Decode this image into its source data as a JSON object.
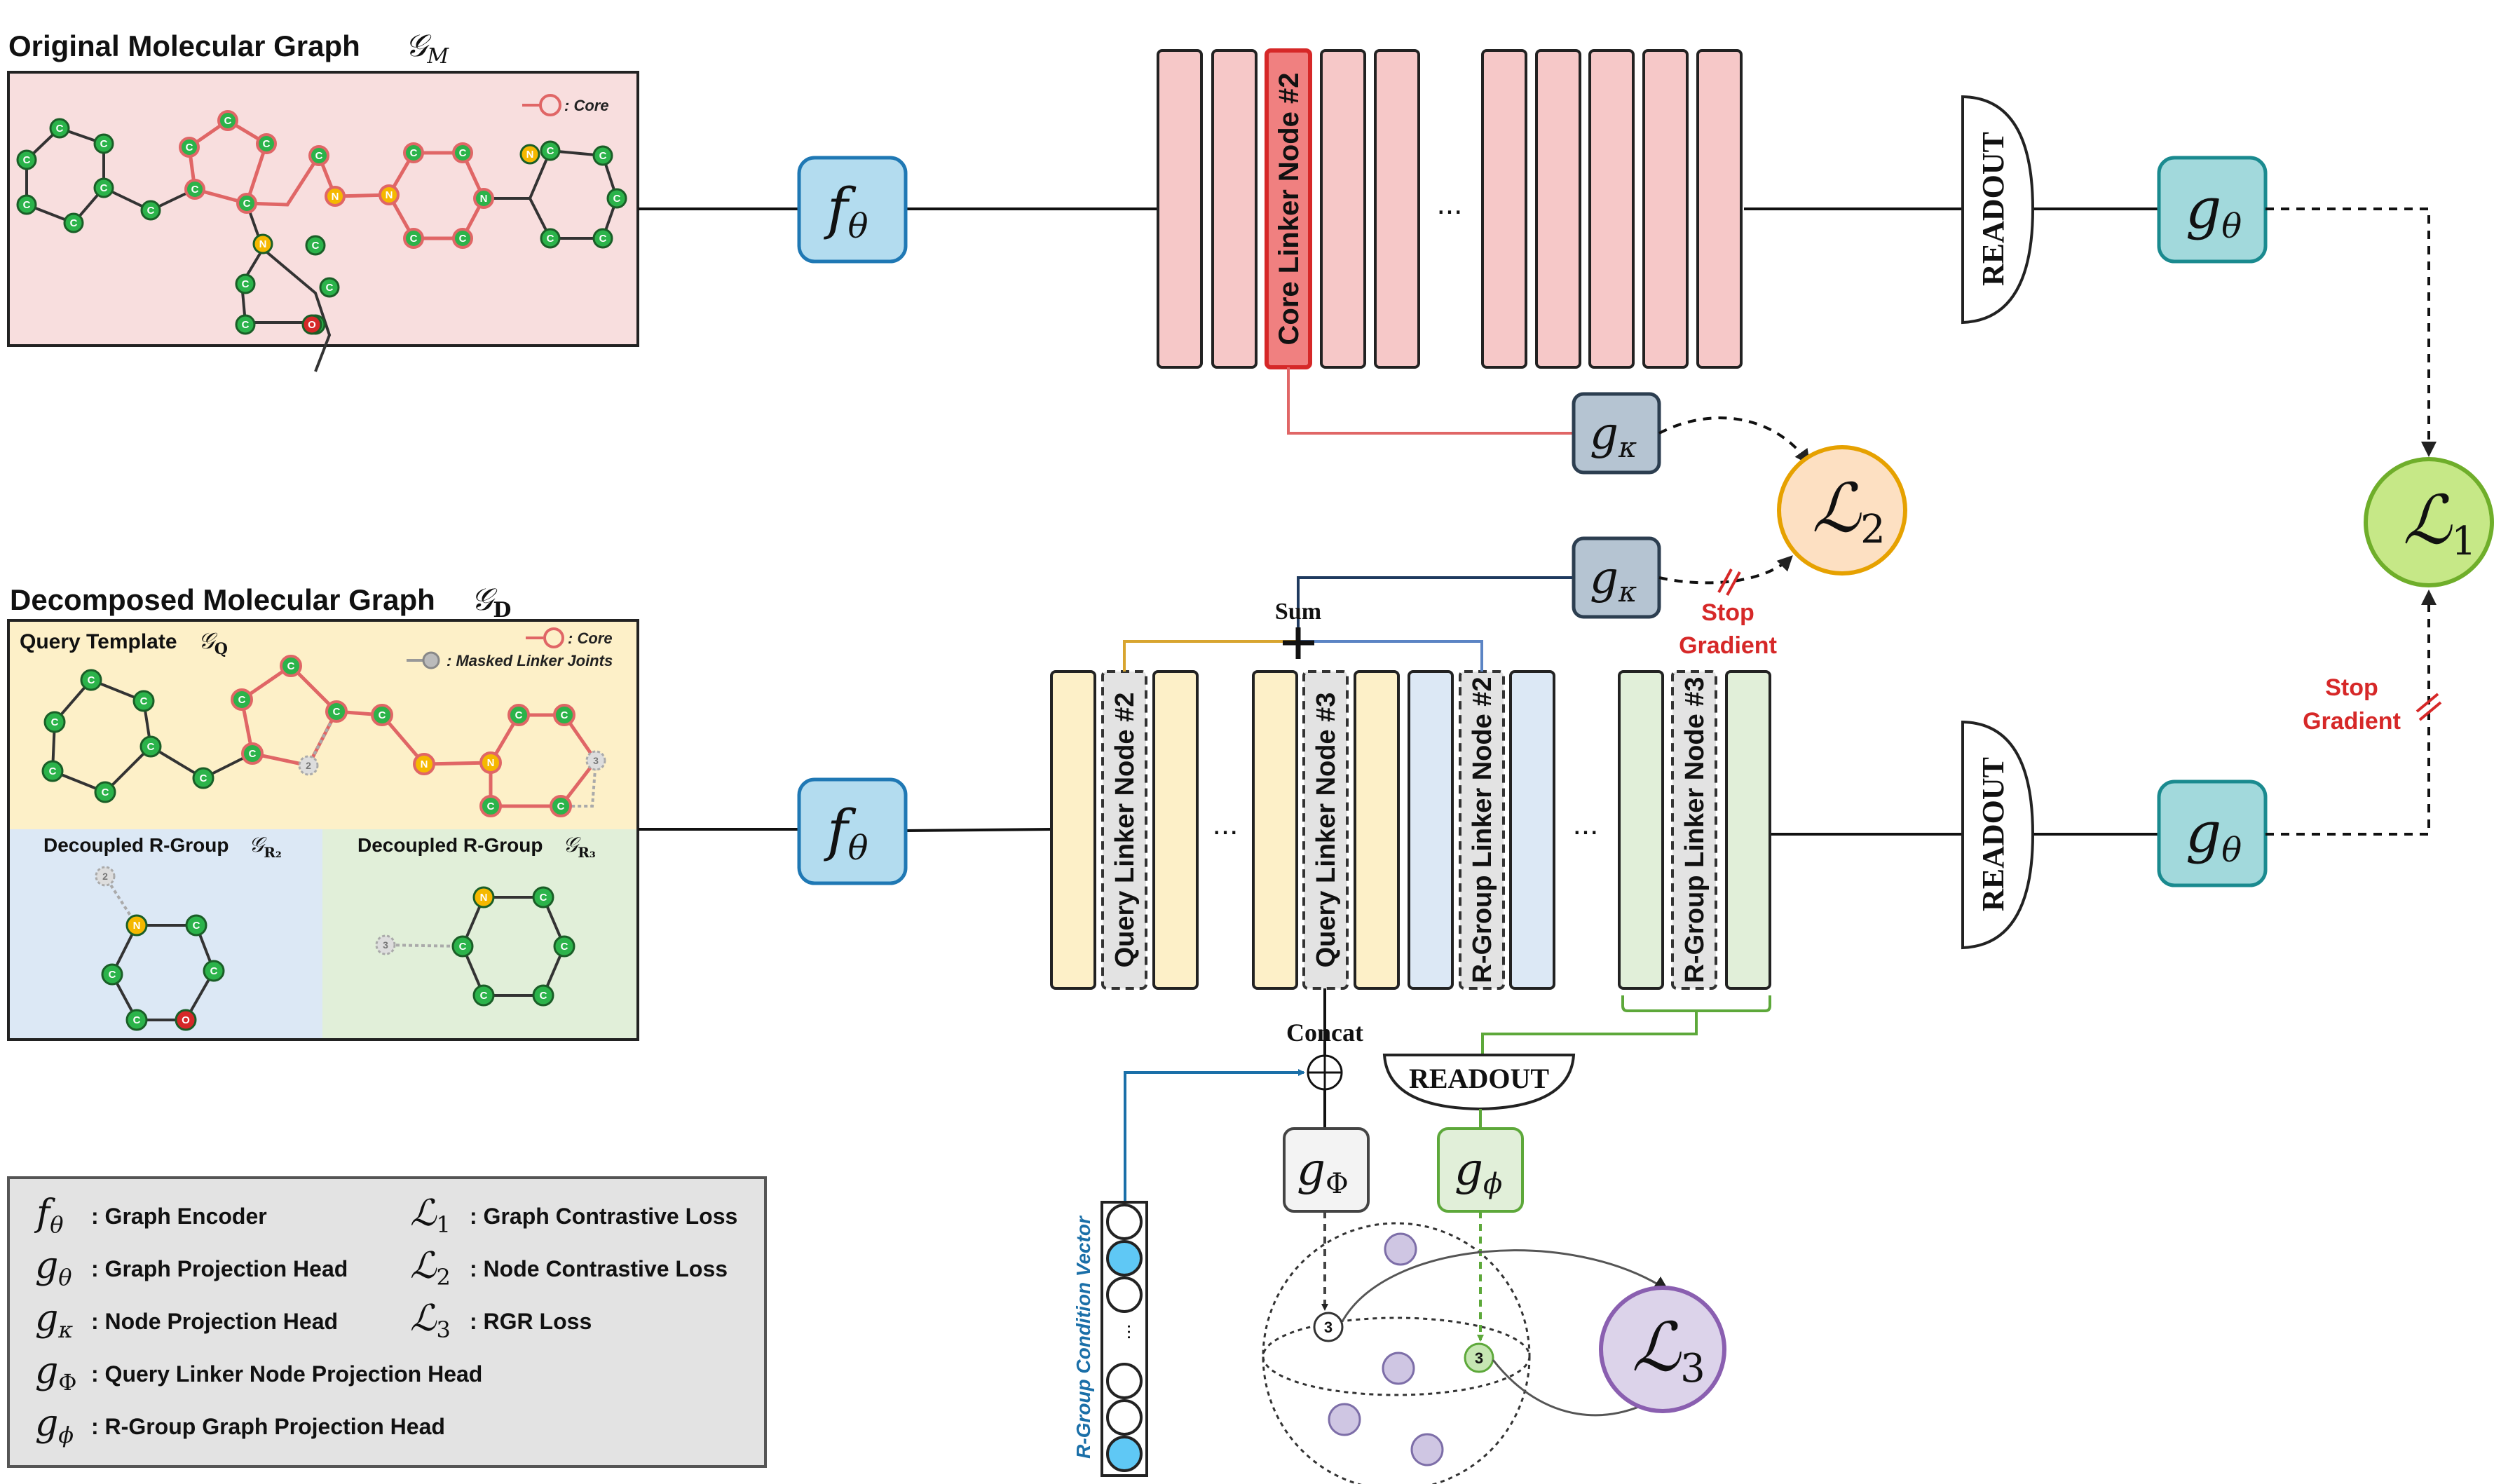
{
  "titles": {
    "original": "Original Molecular Graph",
    "original_sym": "𝒢",
    "original_sub": "M",
    "decomposed": "Decomposed Molecular Graph",
    "decomposed_sym": "𝒢",
    "decomposed_sub": "D"
  },
  "panels": {
    "query_template": "Query Template",
    "query_sym": "𝒢",
    "query_sub": "Q",
    "rgroup2": "Decoupled R-Group",
    "rgroup2_sub": "R₂",
    "rgroup3": "Decoupled R-Group",
    "rgroup3_sub": "R₃",
    "core_legend": ": Core",
    "masked_legend": ": Masked Linker Joints"
  },
  "atoms": {
    "C": "C",
    "N": "N",
    "O": "O",
    "joint2": "2",
    "joint3": "3"
  },
  "encoder": {
    "f": "f",
    "theta": "θ"
  },
  "nodes": {
    "core_linker": "Core Linker Node #2",
    "query_linker_2": "Query Linker Node #2",
    "query_linker_3": "Query Linker Node #3",
    "rgroup_linker_2": "R-Group Linker Node #2",
    "rgroup_linker_3": "R-Group Linker Node #3",
    "ellipsis": "..."
  },
  "ops": {
    "readout": "READOUT",
    "sum": "Sum",
    "concat": "Concat",
    "stop_gradient_1": "Stop",
    "stop_gradient_2": "Gradient"
  },
  "heads": {
    "g": "g",
    "theta": "θ",
    "kappa": "κ",
    "Phi": "Φ",
    "phi": "ϕ"
  },
  "losses": {
    "L": "ℒ",
    "one": "1",
    "two": "2",
    "three": "3"
  },
  "vector": {
    "label": "R-Group Condition Vector",
    "ellipsis": "..."
  },
  "sphere": {
    "marker": "3"
  },
  "legend": [
    {
      "sym": "f",
      "sub": "θ",
      "text": ": Graph Encoder"
    },
    {
      "sym": "g",
      "sub": "θ",
      "text": ": Graph Projection Head"
    },
    {
      "sym": "g",
      "sub": "κ",
      "text": ": Node  Projection Head"
    },
    {
      "sym": "g",
      "sub": "Φ",
      "text": ": Query Linker Node Projection Head"
    },
    {
      "sym": "g",
      "sub": "ϕ",
      "text": ": R-Group Graph Projection Head"
    },
    {
      "sym": "ℒ",
      "sub": "1",
      "text": ": Graph Contrastive Loss"
    },
    {
      "sym": "ℒ",
      "sub": "2",
      "text": ": Node Contrastive Loss"
    },
    {
      "sym": "ℒ",
      "sub": "3",
      "text": ": RGR Loss"
    }
  ],
  "colors": {
    "pink_bar": "#f6c8c8",
    "core_bar": "#f08080",
    "yellow_bar": "#fdf0c8",
    "blue_bar": "#dce8f5",
    "green_bar": "#e1efd9",
    "encoder": "#b3dcef",
    "g_theta": "#a2d9dc",
    "g_kappa": "#b5c4d2",
    "L1": "#c6e887",
    "L2": "#fde0c2",
    "L3": "#dcd3ea",
    "red": "#d62828"
  }
}
